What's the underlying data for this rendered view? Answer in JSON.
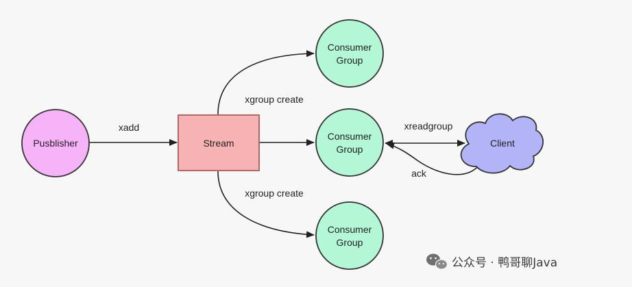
{
  "nodes": {
    "publisher": {
      "label": "Pusblisher",
      "fill": "#f7b3f7",
      "stroke": "#333333"
    },
    "stream": {
      "label": "Stream",
      "fill": "#f7b3b3",
      "stroke": "#b05a5a"
    },
    "group_top": {
      "line1": "Consumer",
      "line2": "Group",
      "fill": "#b3f7d7",
      "stroke": "#333333"
    },
    "group_mid": {
      "line1": "Consumer",
      "line2": "Group",
      "fill": "#b3f7d7",
      "stroke": "#333333"
    },
    "group_bottom": {
      "line1": "Consumer",
      "line2": "Group",
      "fill": "#b3f7d7",
      "stroke": "#333333"
    },
    "client": {
      "label": "Client",
      "fill": "#b3b3f7",
      "stroke": "#333333"
    }
  },
  "edges": {
    "xadd": "xadd",
    "xgroup_create_top": "xgroup create",
    "xgroup_create_bottom": "xgroup create",
    "xreadgroup": "xreadgroup",
    "ack": "ack"
  },
  "watermark": {
    "text": "公众号 · 鸭哥聊Java",
    "icon": "wechat-icon"
  }
}
